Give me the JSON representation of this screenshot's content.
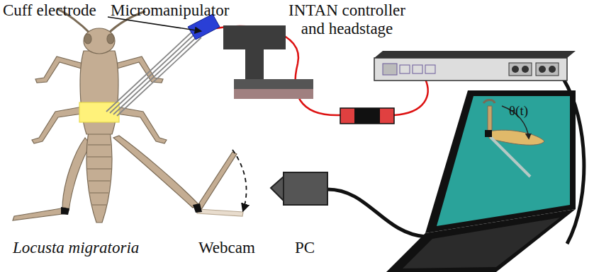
{
  "diagram": {
    "labels": [
      "Cuff electrode",
      "Micromanipulator",
      "INTAN controller and headstage",
      "θ(t)",
      "Locusta migratoria",
      "Webcam",
      "PC"
    ]
  }
}
